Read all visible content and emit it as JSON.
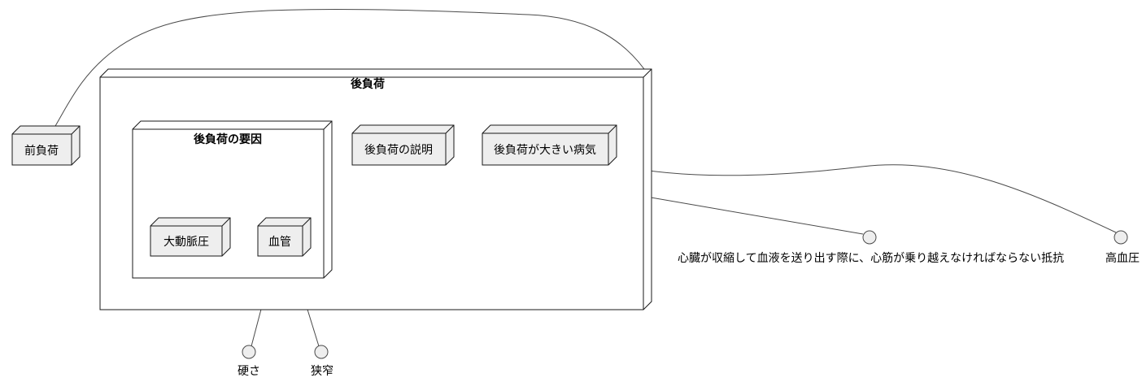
{
  "colors": {
    "background": "#ffffff",
    "node_fill": "#eeeeee",
    "package_fill": "#ffffff",
    "border": "#181818",
    "connector_line": "#4a4a4a",
    "text": "#000000"
  },
  "packages": {
    "afterload": {
      "title": "後負荷"
    },
    "factors": {
      "title": "後負荷の要因"
    }
  },
  "nodes": {
    "preload": {
      "label": "前負荷"
    },
    "aortic_pressure": {
      "label": "大動脈圧"
    },
    "vessel": {
      "label": "血管"
    },
    "description_node": {
      "label": "後負荷の説明"
    },
    "disease_node": {
      "label": "後負荷が大きい病気"
    }
  },
  "terminals": {
    "hardness": {
      "label": "硬さ"
    },
    "stenosis": {
      "label": "狭窄"
    },
    "description": {
      "label": "心臓が収縮して血液を送り出す際に、心筋が乗り越えなければならない抵抗"
    },
    "hypertension": {
      "label": "高血圧"
    }
  }
}
